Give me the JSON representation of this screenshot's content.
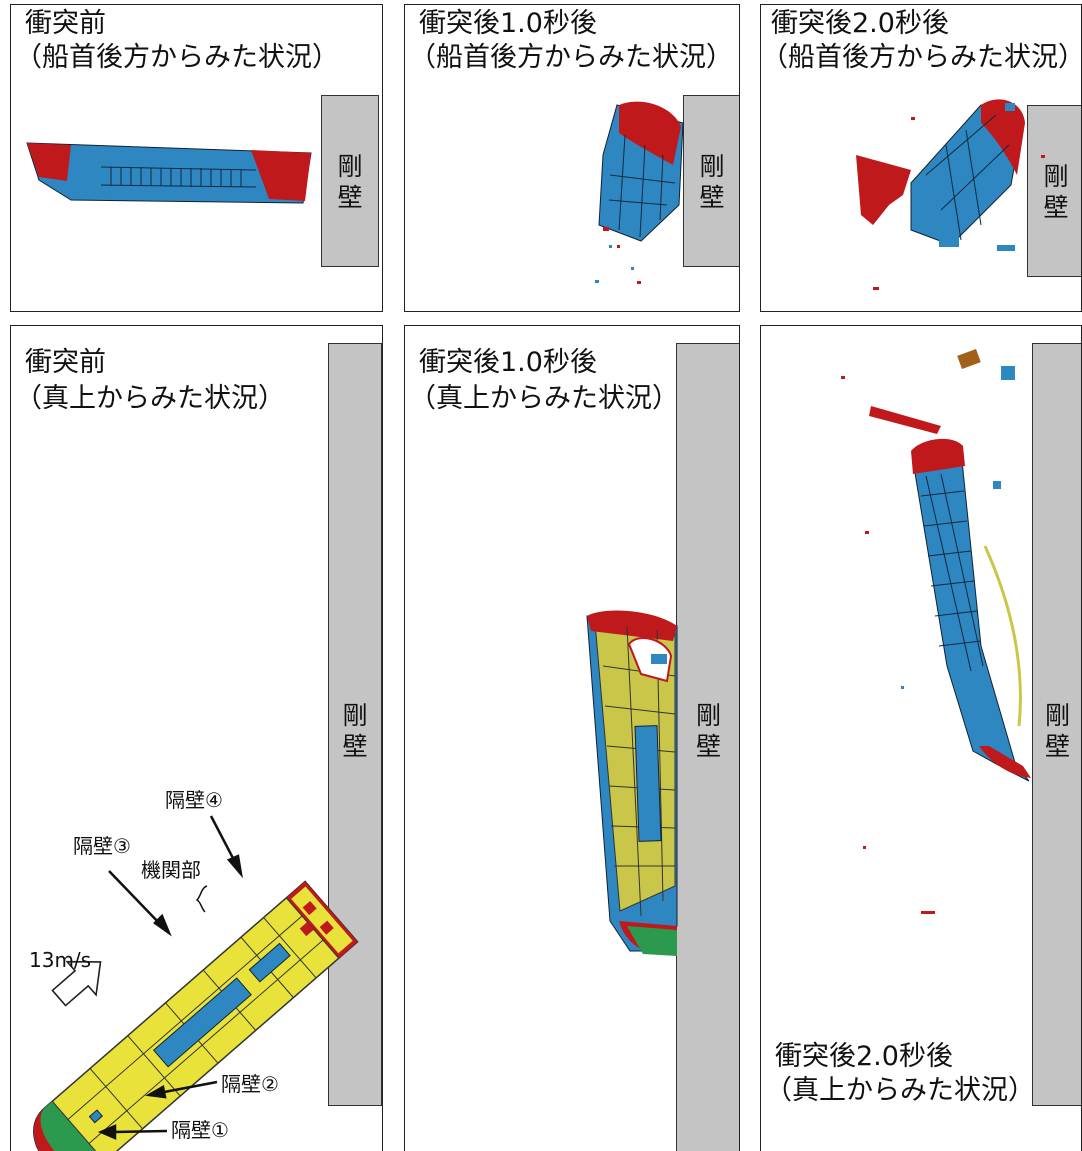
{
  "panels": {
    "p1": {
      "title": "衝突前",
      "subtitle": "（船首後方からみた状況）"
    },
    "p2": {
      "title": "衝突後1.0秒後",
      "subtitle": "（船首後方からみた状況）"
    },
    "p3": {
      "title": "衝突後2.0秒後",
      "subtitle": "（船首後方からみた状況）"
    },
    "p4": {
      "title": "衝突前",
      "subtitle": "（真上からみた状況）"
    },
    "p5": {
      "title": "衝突後1.0秒後",
      "subtitle": "（真上からみた状況）"
    },
    "p6": {
      "title": "衝突後2.0秒後",
      "subtitle": "（真上からみた状況）"
    }
  },
  "wall_label": {
    "line1": "剛",
    "line2": "壁"
  },
  "annotations": {
    "bulkhead1": "隔壁①",
    "bulkhead2": "隔壁②",
    "bulkhead3": "隔壁③",
    "bulkhead4": "隔壁④",
    "engine_room": "機関部",
    "speed": "13m/s"
  },
  "colors": {
    "hull_blue": "#2f87c2",
    "hull_red": "#c0191c",
    "deck_yellow": "#e8e23a",
    "hull_green": "#2c9a4e",
    "wall_gray": "#c4c4c4"
  }
}
